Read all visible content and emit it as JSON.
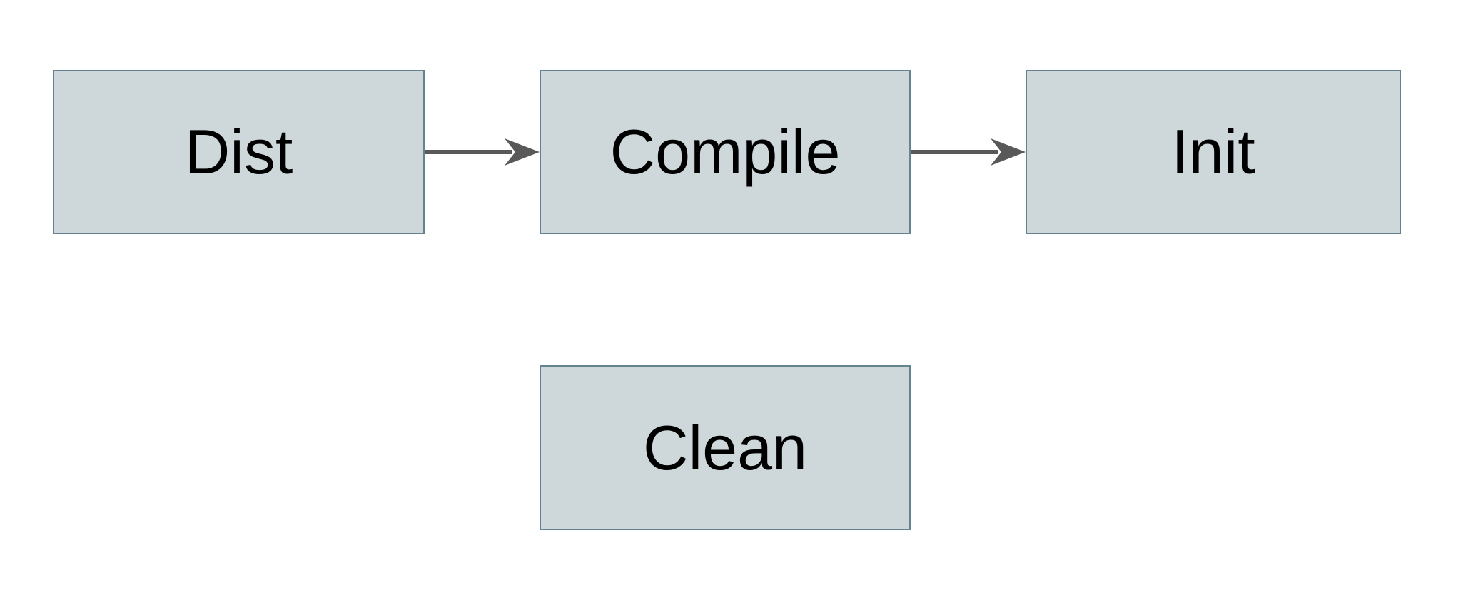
{
  "diagram": {
    "title": "build-targets-flowchart",
    "nodes": [
      {
        "id": "dist",
        "label": "Dist"
      },
      {
        "id": "compile",
        "label": "Compile"
      },
      {
        "id": "init",
        "label": "Init"
      },
      {
        "id": "clean",
        "label": "Clean"
      }
    ],
    "edges": [
      {
        "from": "dist",
        "to": "compile",
        "direction": "right"
      },
      {
        "from": "compile",
        "to": "init",
        "direction": "right"
      }
    ],
    "colors": {
      "node_fill": "#ced8db",
      "node_border": "#65828f",
      "arrow": "#595959",
      "label_text": "#000000",
      "background": "#ffffff"
    }
  }
}
